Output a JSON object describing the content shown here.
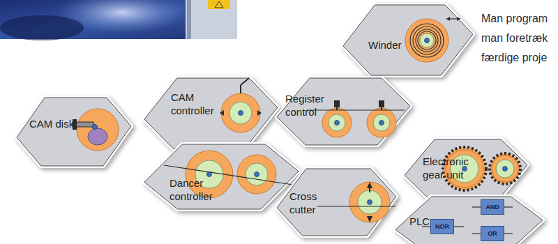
{
  "diagram": {
    "nodes": [
      {
        "text": [
          "Winder"
        ]
      },
      {
        "text": [
          "CAM controller"
        ]
      },
      {
        "text": [
          "Register control"
        ]
      },
      {
        "text": [
          "CAM disk"
        ]
      },
      {
        "text": [
          "Electronic gear unit"
        ]
      },
      {
        "text": [
          "Dancer controller"
        ]
      },
      {
        "text": [
          "Cross cutter"
        ]
      },
      {
        "text": [
          "PLC"
        ]
      },
      {
        "text": [
          "NOR"
        ],
        "in": 7
      },
      {
        "text": [
          "AND"
        ],
        "in": 7
      },
      {
        "text": [
          "OR"
        ],
        "in": 7
      }
    ],
    "labels": [
      "Man program",
      "man foretræk",
      "færdige proje"
    ]
  }
}
